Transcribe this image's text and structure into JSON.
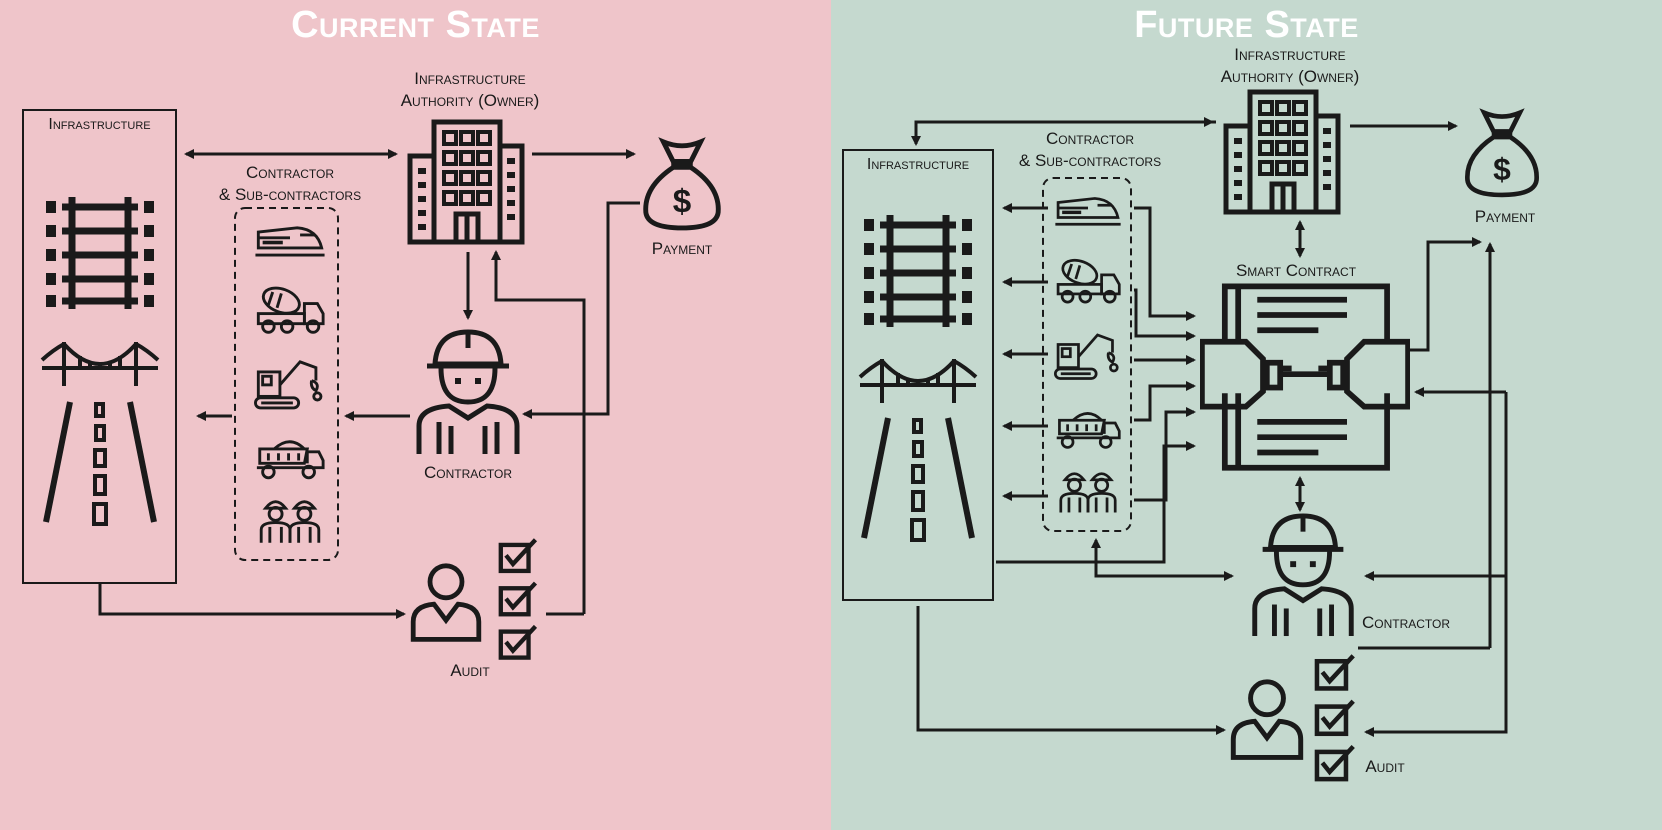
{
  "colors": {
    "current_bg": "#efc5ca",
    "future_bg": "#c5d9cf",
    "ink": "#1a1a1a",
    "title": "#ffffff"
  },
  "current": {
    "title": "Current State",
    "infrastructure": "Infrastructure",
    "owner": [
      "Infrastructure",
      "Authority (Owner)"
    ],
    "contractors": [
      "Contractor",
      "& Sub-contractors"
    ],
    "payment": "Payment",
    "contractor": "Contractor",
    "audit": "Audit"
  },
  "future": {
    "title": "Future State",
    "infrastructure": "Infrastructure",
    "owner": [
      "Infrastructure",
      "Authority (Owner)"
    ],
    "contractors": [
      "Contractor",
      "& Sub-contractors"
    ],
    "smart_contract": "Smart Contract",
    "payment": "Payment",
    "contractor": "Contractor",
    "audit": "Audit"
  },
  "icons": [
    "railway-track-icon",
    "bridge-icon",
    "road-icon",
    "train-icon",
    "cement-mixer-icon",
    "excavator-icon",
    "dump-truck-icon",
    "workers-icon",
    "building-icon",
    "money-bag-icon",
    "engineer-icon",
    "auditor-icon",
    "checklist-icon",
    "smart-contract-icon"
  ]
}
